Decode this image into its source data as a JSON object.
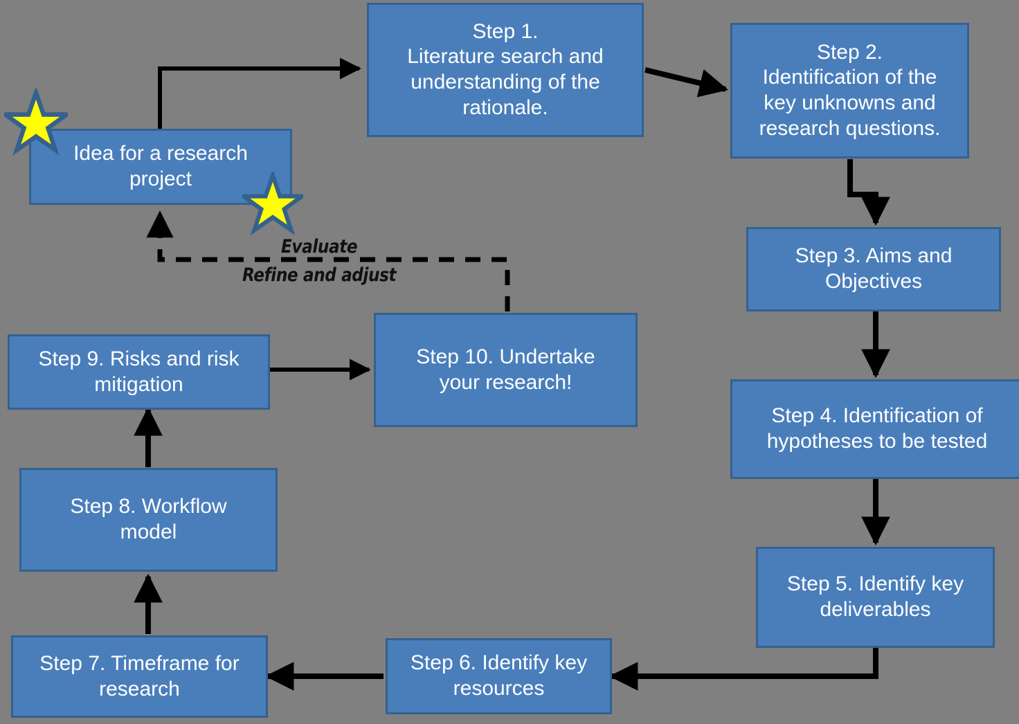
{
  "diagram": {
    "title": "Ten step research project planning flowchart",
    "background_color": "#808080",
    "node_fill_color": "#4a7ebb",
    "node_border_color": "#35618e",
    "node_text_color": "#ffffff",
    "connector_color": "#000000",
    "star_fill_color": "#ffff00",
    "star_outline_color": "#35618e"
  },
  "nodes": [
    {
      "id": "idea",
      "label": "Idea for a research\nproject"
    },
    {
      "id": "step1",
      "label": "Step 1.\nLiterature search and\nunderstanding of the\nrationale."
    },
    {
      "id": "step2",
      "label": "Step 2.\nIdentification of the\nkey unknowns and\nresearch questions."
    },
    {
      "id": "step3",
      "label": "Step 3. Aims and\nObjectives"
    },
    {
      "id": "step4",
      "label": "Step 4. Identification of\nhypotheses to be tested"
    },
    {
      "id": "step5",
      "label": "Step 5. Identify key\ndeliverables"
    },
    {
      "id": "step6",
      "label": "Step 6. Identify key\nresources"
    },
    {
      "id": "step7",
      "label": "Step 7. Timeframe for\nresearch"
    },
    {
      "id": "step8",
      "label": "Step 8. Workflow\nmodel"
    },
    {
      "id": "step9",
      "label": "Step 9.  Risks and risk\nmitigation"
    },
    {
      "id": "step10",
      "label": "Step 10. Undertake\nyour research!"
    }
  ],
  "edge_labels": {
    "evaluate": "Evaluate",
    "refine": "Refine and adjust"
  },
  "stars": [
    {
      "id": "star-top-left",
      "note": "highlight star on Idea box top-left"
    },
    {
      "id": "star-idea-bottom-right",
      "note": "highlight star on Idea box bottom-right"
    }
  ]
}
